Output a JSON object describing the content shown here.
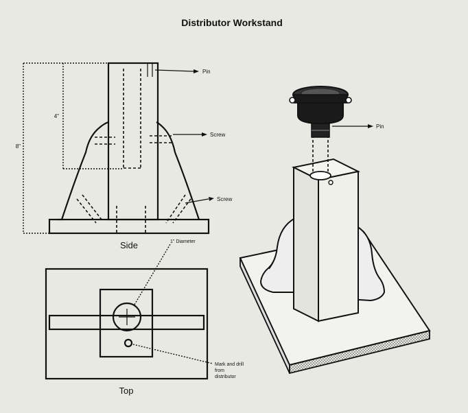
{
  "title": "Distributor Workstand",
  "views": {
    "side": "Side",
    "top": "Top"
  },
  "side_labels": {
    "pin": "Pin",
    "screw_upper": "Screw",
    "screw_lower": "Screw",
    "dim_4": "4\"",
    "dim_8": "8\""
  },
  "top_labels": {
    "diameter": "1\" Diameter",
    "mark_line1": "Mark and drill",
    "mark_line2": "from",
    "mark_line3": "distributor"
  },
  "iso_labels": {
    "pin": "Pin"
  }
}
